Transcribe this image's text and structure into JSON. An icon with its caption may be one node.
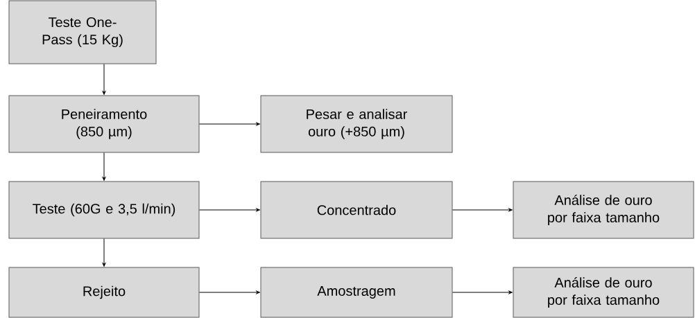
{
  "diagram": {
    "nodes": [
      {
        "text": [
          "Teste One-Pass (15 Kg)"
        ]
      },
      {
        "text": [
          "Peneiramento (850 µm)"
        ]
      },
      {
        "text": [
          "Pesar e analisar ouro (+850 µm)"
        ]
      },
      {
        "text": [
          "Teste (60G e 3,5 l/min)"
        ]
      },
      {
        "text": [
          "Concentrado"
        ]
      },
      {
        "text": [
          "Análise de ouro por faixa tamanho"
        ]
      },
      {
        "text": [
          "Rejeito"
        ]
      },
      {
        "text": [
          "Amostragem"
        ]
      },
      {
        "text": [
          "Análise de ouro por faixa tamanho"
        ]
      }
    ],
    "edges": [
      {
        "from": 0,
        "to": 1,
        "arrow": "to"
      },
      {
        "from": 1,
        "to": 2,
        "arrow": "to"
      },
      {
        "from": 1,
        "to": 3,
        "arrow": "to"
      },
      {
        "from": 3,
        "to": 4,
        "arrow": "to"
      },
      {
        "from": 4,
        "to": 5,
        "arrow": "to"
      },
      {
        "from": 3,
        "to": 6,
        "arrow": "to"
      },
      {
        "from": 6,
        "to": 7,
        "arrow": "to"
      },
      {
        "from": 7,
        "to": 8,
        "arrow": "to"
      }
    ]
  }
}
